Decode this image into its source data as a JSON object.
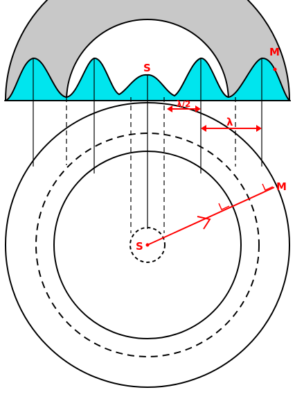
{
  "labels": {
    "source_top": "S",
    "source_bottom": "S",
    "point_top": "M",
    "point_bottom": "M",
    "half_wavelength": "λ/2",
    "wavelength": "λ"
  },
  "colors": {
    "wave_fill": "#00e5ee",
    "surface_fill": "#c8c8c8",
    "annotation": "#ff0000",
    "line": "#000000"
  }
}
